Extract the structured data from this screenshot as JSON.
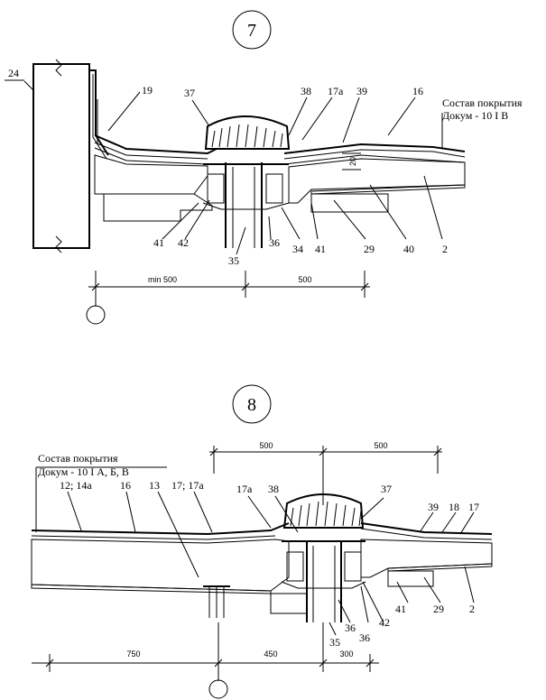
{
  "detail7": {
    "number": "7",
    "labels": {
      "l24": "24",
      "l19": "19",
      "l37": "37",
      "l38": "38",
      "l17a": "17а",
      "l39": "39",
      "l16": "16",
      "l41": "41",
      "l42": "42",
      "l35": "35",
      "l36": "36",
      "l34": "34",
      "l41b": "41",
      "l29": "29",
      "l40": "40",
      "l2": "2",
      "l20": "20"
    },
    "note_line1": "Состав покрытия",
    "note_line2": "Докум - 10 I В",
    "dim_left": "min 500",
    "dim_right": "500"
  },
  "detail8": {
    "number": "8",
    "labels": {
      "l12": "12; 14а",
      "l16": "16",
      "l13": "13",
      "l17": "17; 17а",
      "l17a": "17а",
      "l38": "38",
      "l37": "37",
      "l39": "39",
      "l18": "18",
      "l17b": "17",
      "l41": "41",
      "l29": "29",
      "l2": "2",
      "l36a": "36",
      "l35": "35",
      "l36b": "36",
      "l42": "42"
    },
    "note_line1": "Состав покрытия",
    "note_line2": "Докум - 10 I А, Б, В",
    "dim_top_left": "500",
    "dim_top_right": "500",
    "dim_bottom_1": "750",
    "dim_bottom_2": "450",
    "dim_bottom_3": "300"
  }
}
